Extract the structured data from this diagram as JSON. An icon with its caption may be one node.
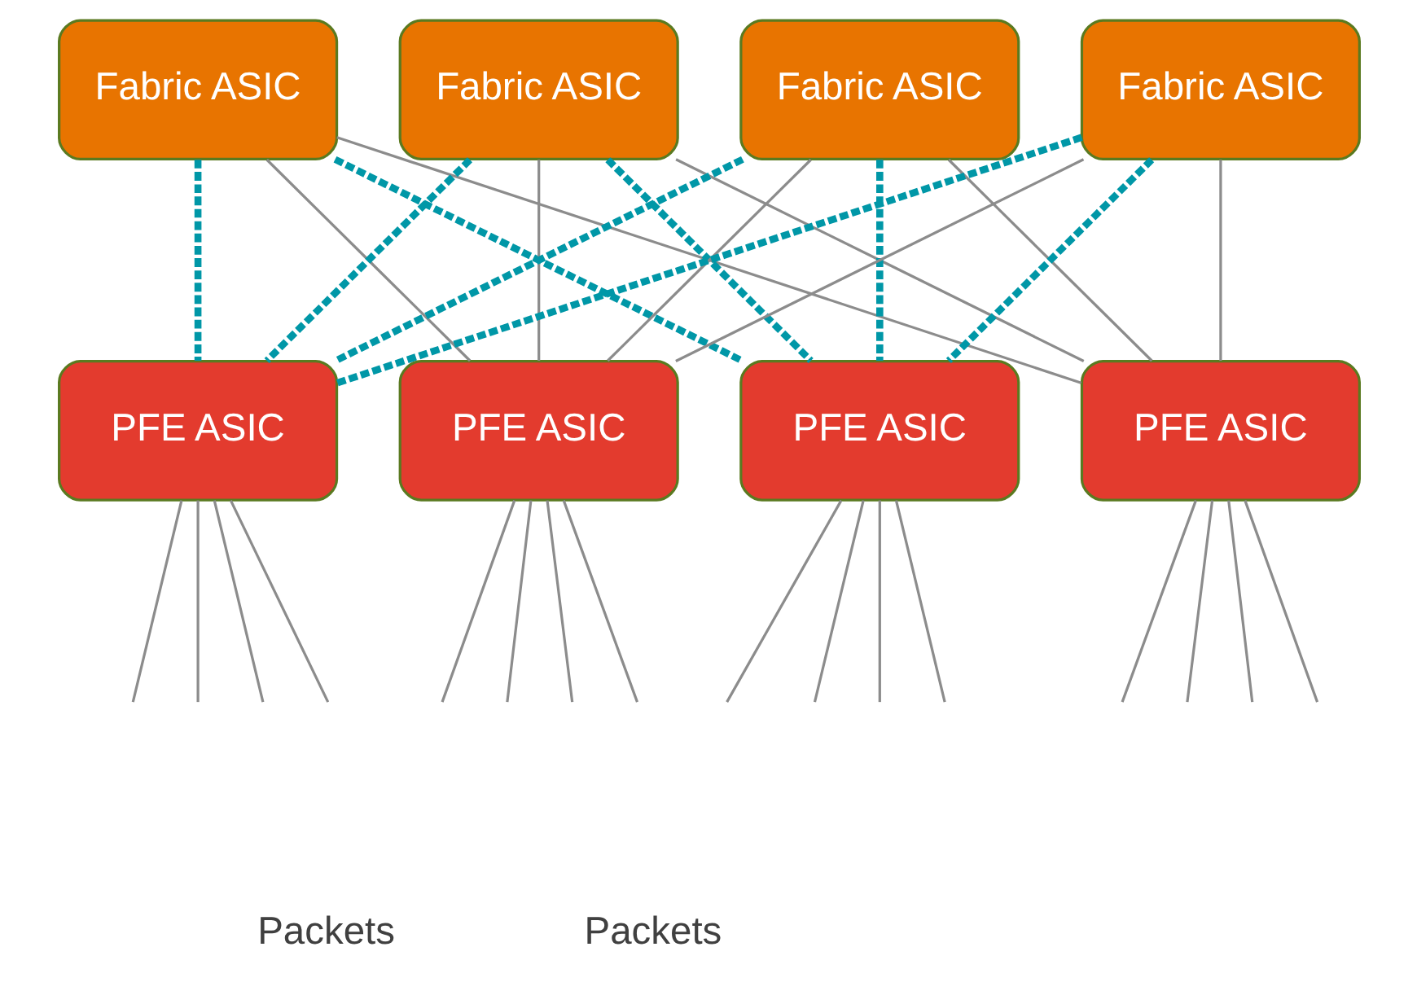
{
  "diagram": {
    "nodes": [
      {
        "text": [
          "Fabric ASIC"
        ]
      },
      {
        "text": [
          "Fabric ASIC"
        ]
      },
      {
        "text": [
          "Fabric ASIC"
        ]
      },
      {
        "text": [
          "Fabric ASIC"
        ]
      },
      {
        "text": [
          "PFE ASIC"
        ]
      },
      {
        "text": [
          "PFE ASIC"
        ]
      },
      {
        "text": [
          "PFE ASIC"
        ]
      },
      {
        "text": [
          "PFE ASIC"
        ]
      }
    ],
    "edges": [
      {
        "from": 0,
        "to": 4,
        "arrow": "none",
        "style": "dashed",
        "color": "#0097a7"
      },
      {
        "from": 0,
        "to": 5,
        "arrow": "none"
      },
      {
        "from": 0,
        "to": 6,
        "arrow": "none",
        "style": "dashed",
        "color": "#0097a7"
      },
      {
        "from": 0,
        "to": 7,
        "arrow": "none"
      },
      {
        "from": 1,
        "to": 4,
        "arrow": "none",
        "style": "dashed",
        "color": "#0097a7"
      },
      {
        "from": 1,
        "to": 5,
        "arrow": "none"
      },
      {
        "from": 1,
        "to": 6,
        "arrow": "none",
        "style": "dashed",
        "color": "#0097a7"
      },
      {
        "from": 1,
        "to": 7,
        "arrow": "none"
      },
      {
        "from": 2,
        "to": 4,
        "arrow": "none",
        "style": "dashed",
        "color": "#0097a7"
      },
      {
        "from": 2,
        "to": 5,
        "arrow": "none"
      },
      {
        "from": 2,
        "to": 6,
        "arrow": "none",
        "style": "dashed",
        "color": "#0097a7"
      },
      {
        "from": 2,
        "to": 7,
        "arrow": "none"
      },
      {
        "from": 3,
        "to": 4,
        "arrow": "none",
        "style": "dashed",
        "color": "#0097a7"
      },
      {
        "from": 3,
        "to": 5,
        "arrow": "none"
      },
      {
        "from": 3,
        "to": 6,
        "arrow": "none",
        "style": "dashed",
        "color": "#0097a7"
      },
      {
        "from": 3,
        "to": 7,
        "arrow": "none"
      },
      {
        "from": 4,
        "to": null,
        "arrow": "none"
      },
      {
        "from": 4,
        "to": null,
        "arrow": "none"
      },
      {
        "from": 4,
        "to": null,
        "arrow": "none"
      },
      {
        "from": 4,
        "to": null,
        "arrow": "none"
      },
      {
        "from": 5,
        "to": null,
        "arrow": "none"
      },
      {
        "from": 5,
        "to": null,
        "arrow": "none"
      },
      {
        "from": 5,
        "to": null,
        "arrow": "none"
      },
      {
        "from": 5,
        "to": null,
        "arrow": "none"
      },
      {
        "from": 6,
        "to": null,
        "arrow": "none"
      },
      {
        "from": 6,
        "to": null,
        "arrow": "none"
      },
      {
        "from": 6,
        "to": null,
        "arrow": "none"
      },
      {
        "from": 6,
        "to": null,
        "arrow": "none"
      },
      {
        "from": 7,
        "to": null,
        "arrow": "none"
      },
      {
        "from": 7,
        "to": null,
        "arrow": "none"
      },
      {
        "from": 7,
        "to": null,
        "arrow": "none"
      },
      {
        "from": 7,
        "to": null,
        "arrow": "none"
      }
    ],
    "labels": [
      "Packets",
      "Packets"
    ]
  }
}
